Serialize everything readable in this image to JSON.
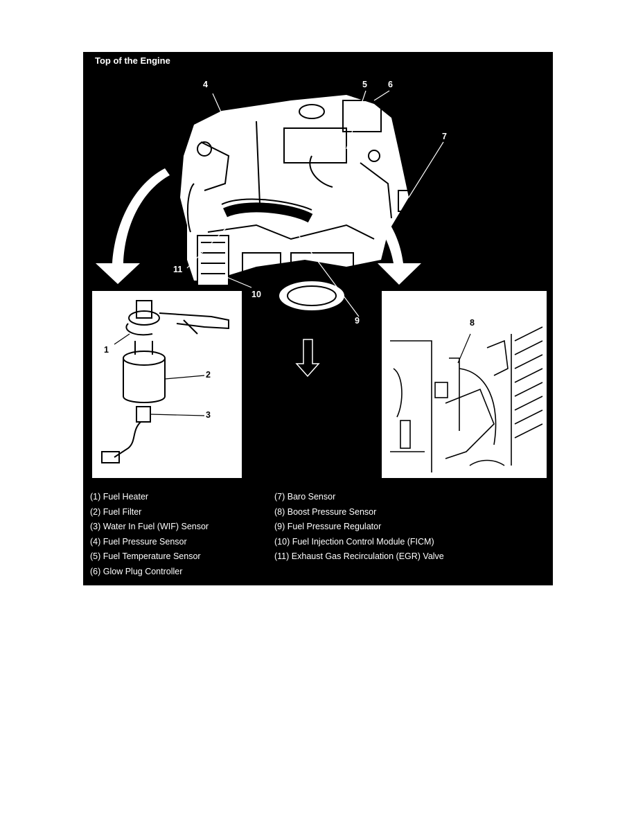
{
  "figure": {
    "title": "Top of the Engine",
    "callouts": [
      "1",
      "2",
      "3",
      "4",
      "5",
      "6",
      "7",
      "8",
      "9",
      "10",
      "11"
    ]
  },
  "legend": {
    "left": [
      "(1) Fuel Heater",
      "(2) Fuel Filter",
      "(3) Water In Fuel (WIF) Sensor",
      "(4) Fuel Pressure Sensor",
      "(5) Fuel Temperature Sensor",
      "(6) Glow Plug Controller"
    ],
    "right": [
      "(7) Baro Sensor",
      "(8) Boost Pressure Sensor",
      "(9) Fuel Pressure Regulator",
      "(10) Fuel Injection Control Module (FICM)",
      "(11) Exhaust Gas Recirculation (EGR) Valve"
    ]
  },
  "colors": {
    "background": "#000000",
    "linework": "#ffffff",
    "page": "#ffffff"
  }
}
